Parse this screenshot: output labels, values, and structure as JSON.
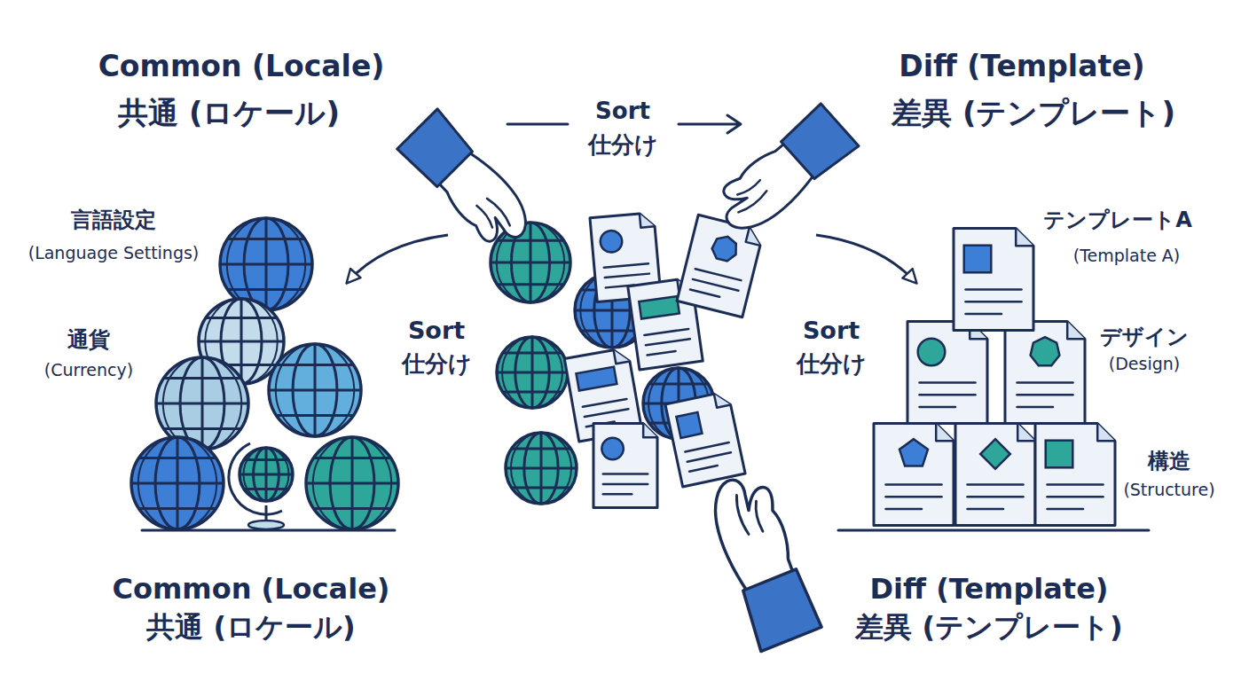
{
  "diagram": {
    "nodes": [
      {
        "text": [
          "言語設定",
          "(Language Settings)",
          "通貨",
          "(Currency)",
          "Common (Locale)",
          "共通 (ロケール)"
        ]
      },
      {
        "text": [
          "テンプレートA",
          "(Template A)",
          "デザイン",
          "(Design)",
          "構造",
          "(Structure)",
          "Diff (Template)",
          "差異 (テンプレート)"
        ]
      }
    ],
    "labels": [
      "Common (Locale)",
      "共通 (ロケール)",
      "Diff (Template)",
      "差異 (テンプレート)",
      "Sort",
      "仕分け",
      "Sort",
      "仕分け",
      "Sort",
      "仕分け"
    ]
  }
}
